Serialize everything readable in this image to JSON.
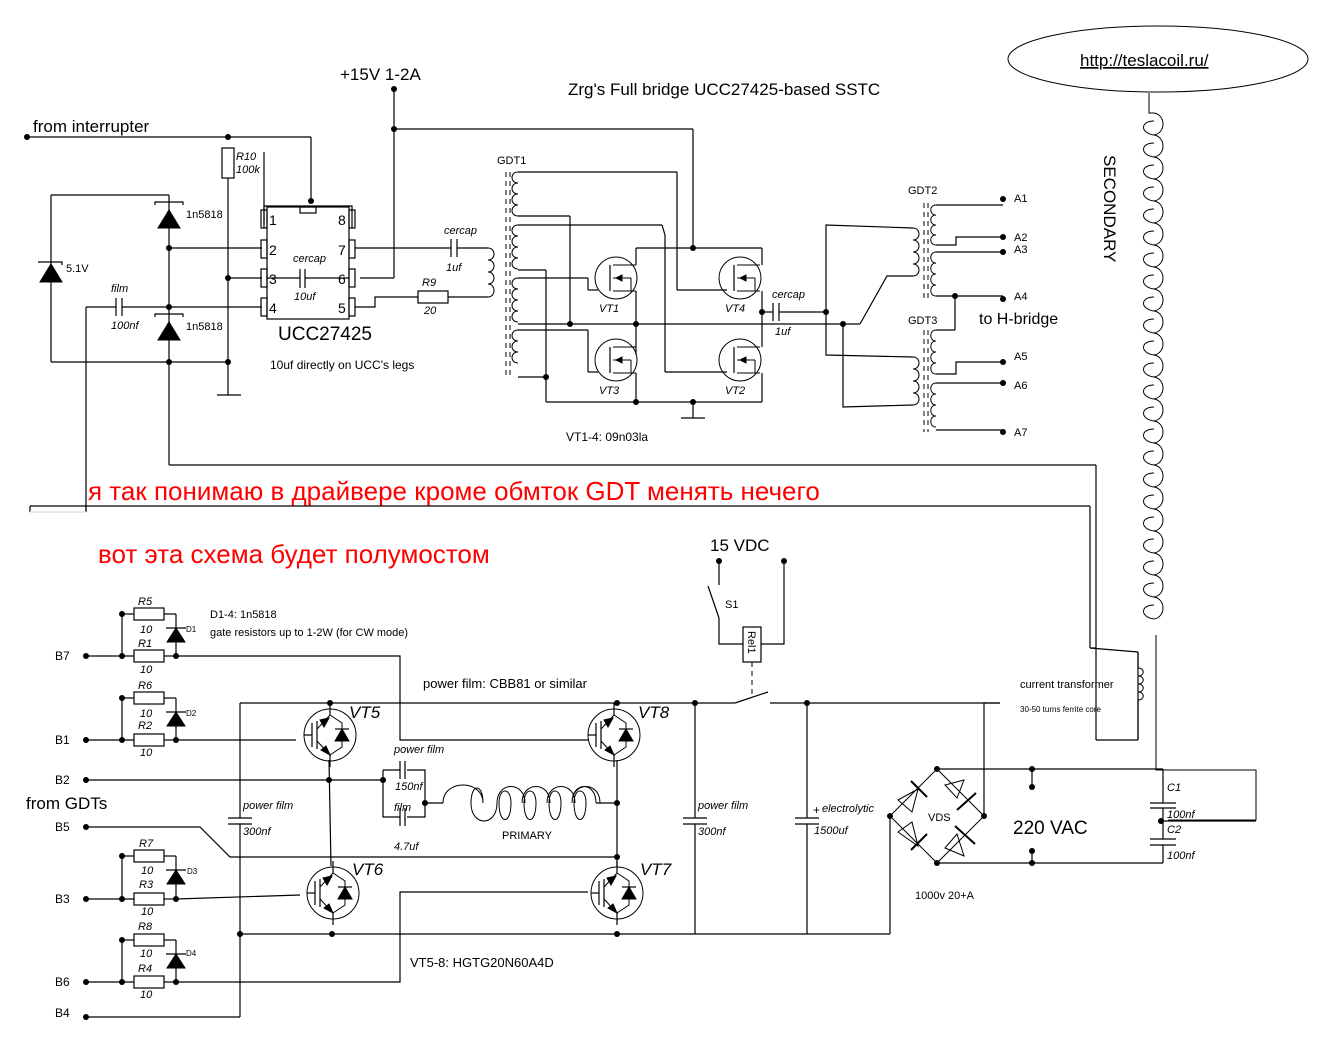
{
  "title": "Zrg's Full bridge UCC27425-based SSTC",
  "website": "http://teslacoil.ru/",
  "colors": {
    "wire": "#000000",
    "annotation": "#ff0000",
    "background": "#ffffff"
  },
  "driver": {
    "supply_label": "+15V 1-2A",
    "input_label": "from interrupter",
    "r10": {
      "name": "R10",
      "value": "100k"
    },
    "d_top": "1n5818",
    "d_bottom": "1n5818",
    "zener": "5.1V",
    "film_cap": {
      "type": "film",
      "value": "100nf"
    },
    "ic": {
      "name": "UCC27425",
      "pins": [
        "1",
        "2",
        "3",
        "4",
        "5",
        "6",
        "7",
        "8"
      ]
    },
    "ic_cap": {
      "type": "cercap",
      "value": "10uf"
    },
    "ic_note": "10uf directly on UCC's legs",
    "cap_out": {
      "type": "cercap",
      "value": "1uf"
    },
    "r9": {
      "name": "R9",
      "value": "20"
    },
    "gdt1": "GDT1",
    "mosfets": [
      "VT1",
      "VT2",
      "VT3",
      "VT4"
    ],
    "mosfet_note": "VT1-4: 09n03la",
    "cap_bridge": {
      "type": "cercap",
      "value": "1uf"
    },
    "gdt2": "GDT2",
    "gdt3": "GDT3",
    "outputs": [
      "A1",
      "A2",
      "A3",
      "A4",
      "A5",
      "A6",
      "A7"
    ],
    "outputs_label": "to H-bridge"
  },
  "secondary_label": "SECONDARY",
  "annotations": {
    "line1": "я так понимаю в драйвере кроме обмток GDT менять нечего",
    "line2": "вот эта схема будет полумостом"
  },
  "power": {
    "gate_inputs": [
      "B7",
      "B1",
      "B2",
      "B5",
      "B3",
      "B6",
      "B4"
    ],
    "gdt_inputs_label": "from GDTs",
    "gate_resistors": [
      {
        "name": "R5",
        "value": "10"
      },
      {
        "name": "R1",
        "value": "10"
      },
      {
        "name": "R6",
        "value": "10"
      },
      {
        "name": "R2",
        "value": "10"
      },
      {
        "name": "R7",
        "value": "10"
      },
      {
        "name": "R3",
        "value": "10"
      },
      {
        "name": "R8",
        "value": "10"
      },
      {
        "name": "R4",
        "value": "10"
      }
    ],
    "gate_diodes": [
      "D1",
      "D2",
      "D3",
      "D4"
    ],
    "diode_note": "D1-4: 1n5818",
    "resistor_note": "gate resistors up to 1-2W (for CW mode)",
    "igbts": [
      "VT5",
      "VT6",
      "VT7",
      "VT8"
    ],
    "igbt_note": "VT5-8: HGTG20N60A4D",
    "film_note": "power film: CBB81 or similar",
    "cap_left": {
      "type": "power film",
      "value": "300nf"
    },
    "cap_mmc1": {
      "type": "power film",
      "value": "150nf"
    },
    "cap_mmc2": {
      "type": "film",
      "value": "4.7uf"
    },
    "primary": "PRIMARY",
    "cap_right": {
      "type": "power film",
      "value": "300nf"
    },
    "cap_elec": {
      "type": "electrolytic",
      "plus": "+",
      "value": "1500uf"
    },
    "relay_supply": "15  VDC",
    "switch": "S1",
    "relay": "Rel1",
    "bridge": {
      "name": "VDS",
      "rating": "1000v 20+A"
    },
    "mains": "220 VAC",
    "c1": {
      "name": "C1",
      "value": "100nf"
    },
    "c2": {
      "name": "C2",
      "value": "100nf"
    },
    "ct_label": "current transformer",
    "ct_note": "30-50 turns ferrite core"
  }
}
